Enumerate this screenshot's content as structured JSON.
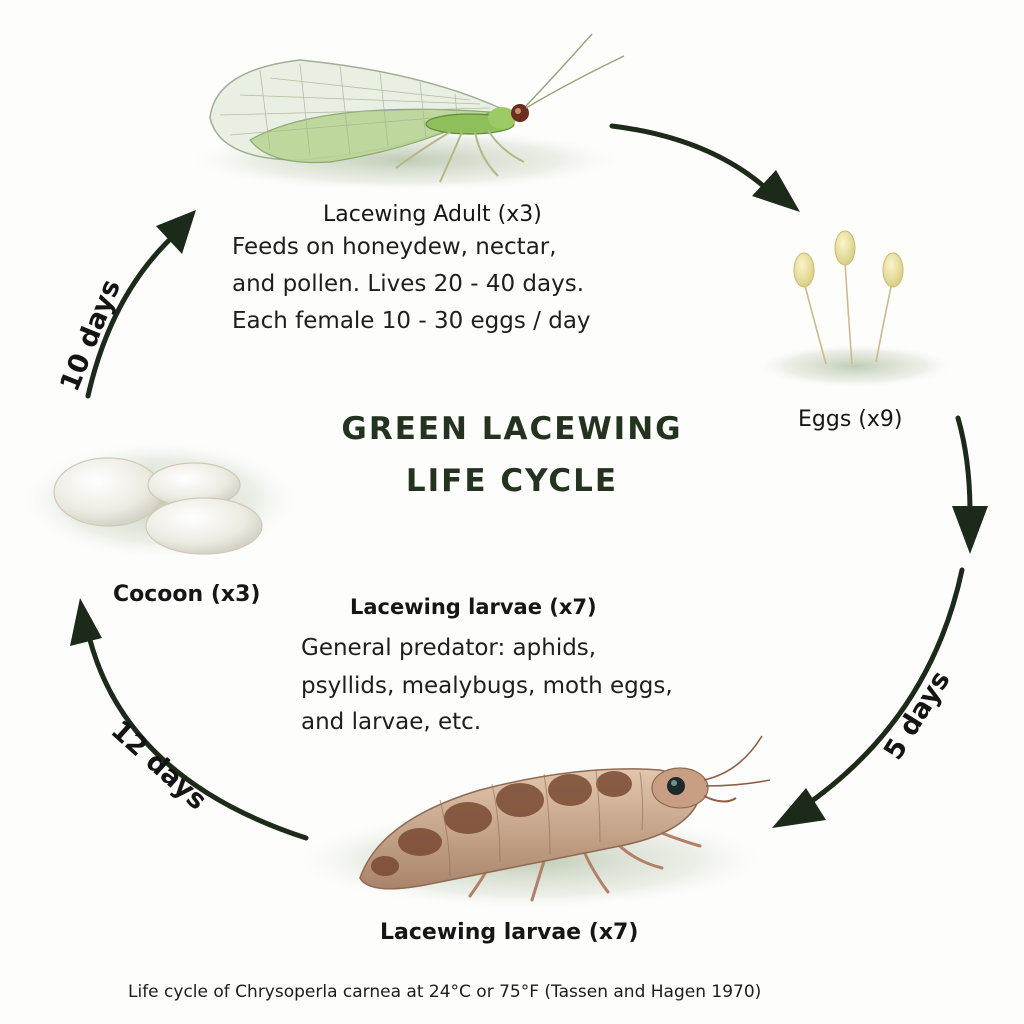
{
  "title": {
    "line1": "GREEN LACEWING",
    "line2": "LIFE CYCLE"
  },
  "stages": {
    "adult": {
      "label": "Lacewing Adult (x3)",
      "desc_line1": "Feeds on honeydew, nectar,",
      "desc_line2": "and pollen. Lives 20 - 40 days.",
      "desc_line3": "Each female 10 - 30 eggs / day"
    },
    "eggs": {
      "label": "Eggs (x9)"
    },
    "larvae": {
      "label": "Lacewing larvae (x7)",
      "heading": "Lacewing larvae (x7)",
      "desc_line1": "General predator: aphids,",
      "desc_line2": "psyllids, mealybugs, moth eggs,",
      "desc_line3": "and larvae, etc."
    },
    "cocoon": {
      "label": "Cocoon (x3)"
    }
  },
  "durations": {
    "eggs_to_larvae": "5 days",
    "larvae_to_cocoon": "12 days",
    "cocoon_to_adult": "10 days"
  },
  "caption": "Life cycle of Chrysoperla carnea at 24°C or 75°F (Tassen and Hagen 1970)",
  "colors": {
    "arrow": "#1c2a1a",
    "title": "#24331f",
    "wing": "#dfeccc",
    "body_green": "#8fbf5a",
    "larva_body": "#c9a68a",
    "larva_spots": "#7a4a33",
    "cocoon": "#efede4",
    "ground": "#9fb08f"
  }
}
